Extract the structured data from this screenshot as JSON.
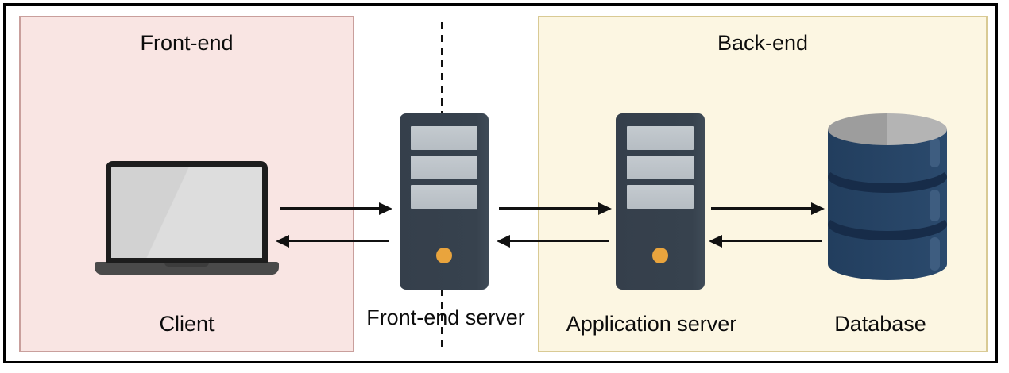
{
  "groups": {
    "frontend": {
      "title": "Front-end",
      "fill": "#f9e5e3",
      "border": "#c99f9c"
    },
    "backend": {
      "title": "Back-end",
      "fill": "#fcf6e2",
      "border": "#d9ca94"
    }
  },
  "nodes": [
    {
      "id": "client",
      "label": "Client",
      "icon": "laptop-icon"
    },
    {
      "id": "frontend-server",
      "label": "Front-end server",
      "icon": "server-icon"
    },
    {
      "id": "application-server",
      "label": "Application server",
      "icon": "server-icon"
    },
    {
      "id": "database",
      "label": "Database",
      "icon": "database-icon"
    }
  ],
  "edges": [
    {
      "from": "client",
      "to": "frontend-server",
      "arrow": "right"
    },
    {
      "from": "frontend-server",
      "to": "client",
      "arrow": "left"
    },
    {
      "from": "frontend-server",
      "to": "application-server",
      "arrow": "right"
    },
    {
      "from": "application-server",
      "to": "frontend-server",
      "arrow": "left"
    },
    {
      "from": "application-server",
      "to": "database",
      "arrow": "right"
    },
    {
      "from": "database",
      "to": "application-server",
      "arrow": "left"
    }
  ],
  "colors": {
    "background": "#ffffff",
    "frame": "#000000",
    "arrow": "#111111",
    "server_body": "#37424e",
    "server_slat": "#bcc2c8",
    "power_light": "#e9a43d",
    "database_body": "#264569",
    "database_band": "#172c49",
    "database_top_left": "#9d9d9d",
    "database_top_right": "#b4b4b4",
    "laptop_frame": "#1d1d1d",
    "laptop_screen": "#d8d8d8",
    "laptop_base": "#4a4a4a"
  }
}
